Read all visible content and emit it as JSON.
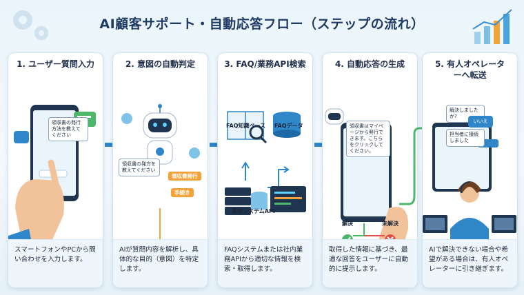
{
  "title": "AI顧客サポート・自動応答フロー（ステップの流れ）",
  "steps": [
    {
      "heading": "1. ユーザー質問入力",
      "bubble": "領収書の発行方法を教えてください",
      "description": "スマートフォンやPCから問い合わせを入力します。"
    },
    {
      "heading": "2. 意図の自動判定",
      "bubble": "領収書の発方を教えてください",
      "tags": [
        "領収書発行",
        "手続き"
      ],
      "description": "AIが質問内容を解析し、具体的な目的（意図）を特定します。"
    },
    {
      "heading": "3. FAQ/業務API検索",
      "labels": [
        "FAQ知識ベース",
        "FAQデータ",
        "業務システムAPI"
      ],
      "description": "FAQシステムまたは社内業務APIから適切な情報を検索・取得します。"
    },
    {
      "heading": "4. 自動応答の生成",
      "bubble": "領収書はマイページから発行できます。こちらをクリックしてください。",
      "outcomes": [
        "解決",
        "未解決"
      ],
      "description": "取得した情報に基づき、最適な回答をユーザーに自動的に提示します。"
    },
    {
      "heading": "5. 有人オペレーターへ転送",
      "chat": [
        "解決しましたか?",
        "いいえ",
        "担当者に接続しました"
      ],
      "description": "AIで解決できない場合や希望がある場合は、有人オペレーターに引き継ぎます。"
    }
  ],
  "colors": {
    "accent": "#2f86c9",
    "green": "#4db86a",
    "red": "#e0504a",
    "orange": "#f3a33a"
  }
}
